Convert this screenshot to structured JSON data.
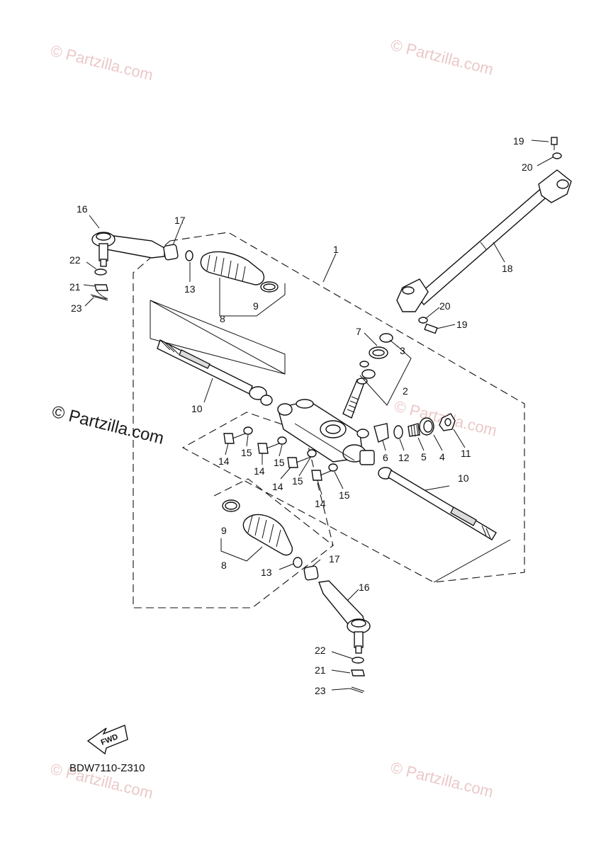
{
  "diagram_code": "BDW7110-Z310",
  "fwd_label": "FWD",
  "watermarks": {
    "small": "© Partzilla.com",
    "center": "© Partzilla.com"
  },
  "callouts": {
    "c1": "1",
    "c2": "2",
    "c3": "3",
    "c4": "4",
    "c5": "5",
    "c6": "6",
    "c7": "7",
    "c8a": "8",
    "c8b": "8",
    "c9a": "9",
    "c9b": "9",
    "c10a": "10",
    "c10b": "10",
    "c11": "11",
    "c12": "12",
    "c13a": "13",
    "c13b": "13",
    "c14a": "14",
    "c14b": "14",
    "c14c": "14",
    "c14d": "14",
    "c15a": "15",
    "c15b": "15",
    "c15c": "15",
    "c15d": "15",
    "c16a": "16",
    "c16b": "16",
    "c17a": "17",
    "c17b": "17",
    "c18": "18",
    "c19a": "19",
    "c19b": "19",
    "c20a": "20",
    "c20b": "20",
    "c21a": "21",
    "c21b": "21",
    "c22a": "22",
    "c22b": "22",
    "c23a": "23",
    "c23b": "23"
  }
}
